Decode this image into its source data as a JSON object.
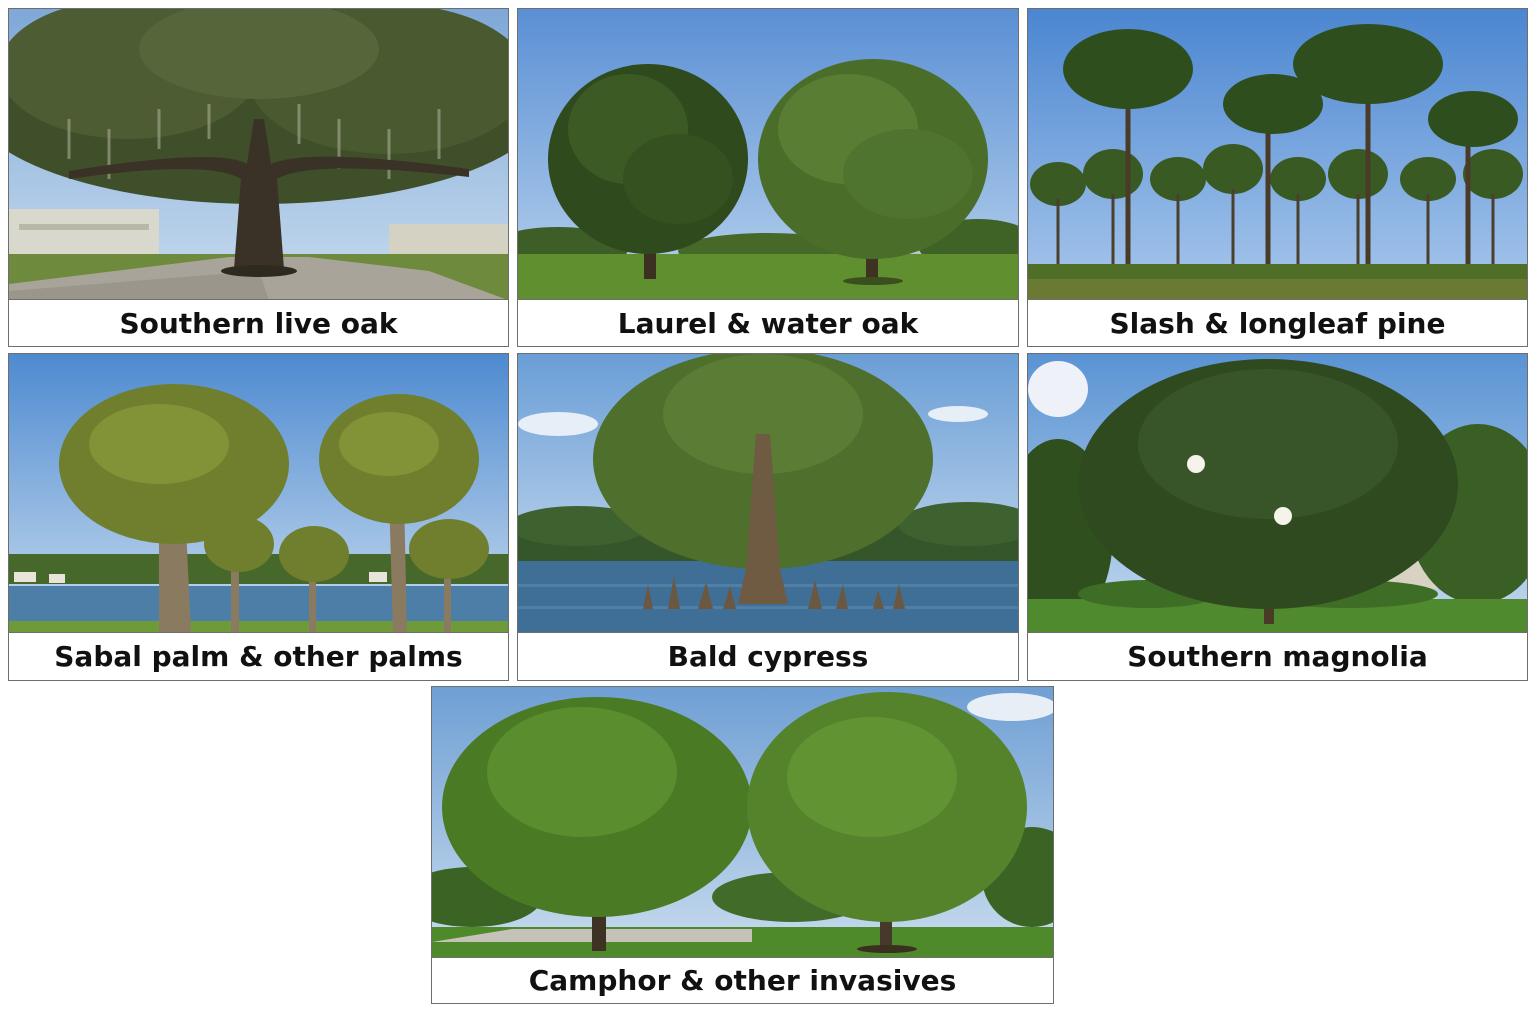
{
  "panels": [
    {
      "caption": "Southern live oak",
      "sky": "#5f8fc4",
      "foliage": "#3f4f2a",
      "ground": "#6e8a3c"
    },
    {
      "caption": "Laurel & water oak",
      "sky": "#5e94d6",
      "foliage": "#3e5a22",
      "ground": "#5f8f2e"
    },
    {
      "caption": "Slash & longleaf pine",
      "sky": "#4f89d2",
      "foliage": "#3a5a24",
      "ground": "#4f6e28"
    },
    {
      "caption": "Sabal palm & other palms",
      "sky": "#5d94d1",
      "foliage": "#6f7f2e",
      "water": "#4c7ea8"
    },
    {
      "caption": "Bald cypress",
      "sky": "#6c9fd6",
      "foliage": "#4f6f2c",
      "water": "#3f6f96"
    },
    {
      "caption": "Southern magnolia",
      "sky": "#5e95d4",
      "foliage": "#2f4a1e",
      "ground": "#4f8a2e"
    },
    {
      "caption": "Camphor & other invasives",
      "sky": "#7aa6d6",
      "foliage": "#4a7a24",
      "ground": "#4f8a2a"
    }
  ]
}
